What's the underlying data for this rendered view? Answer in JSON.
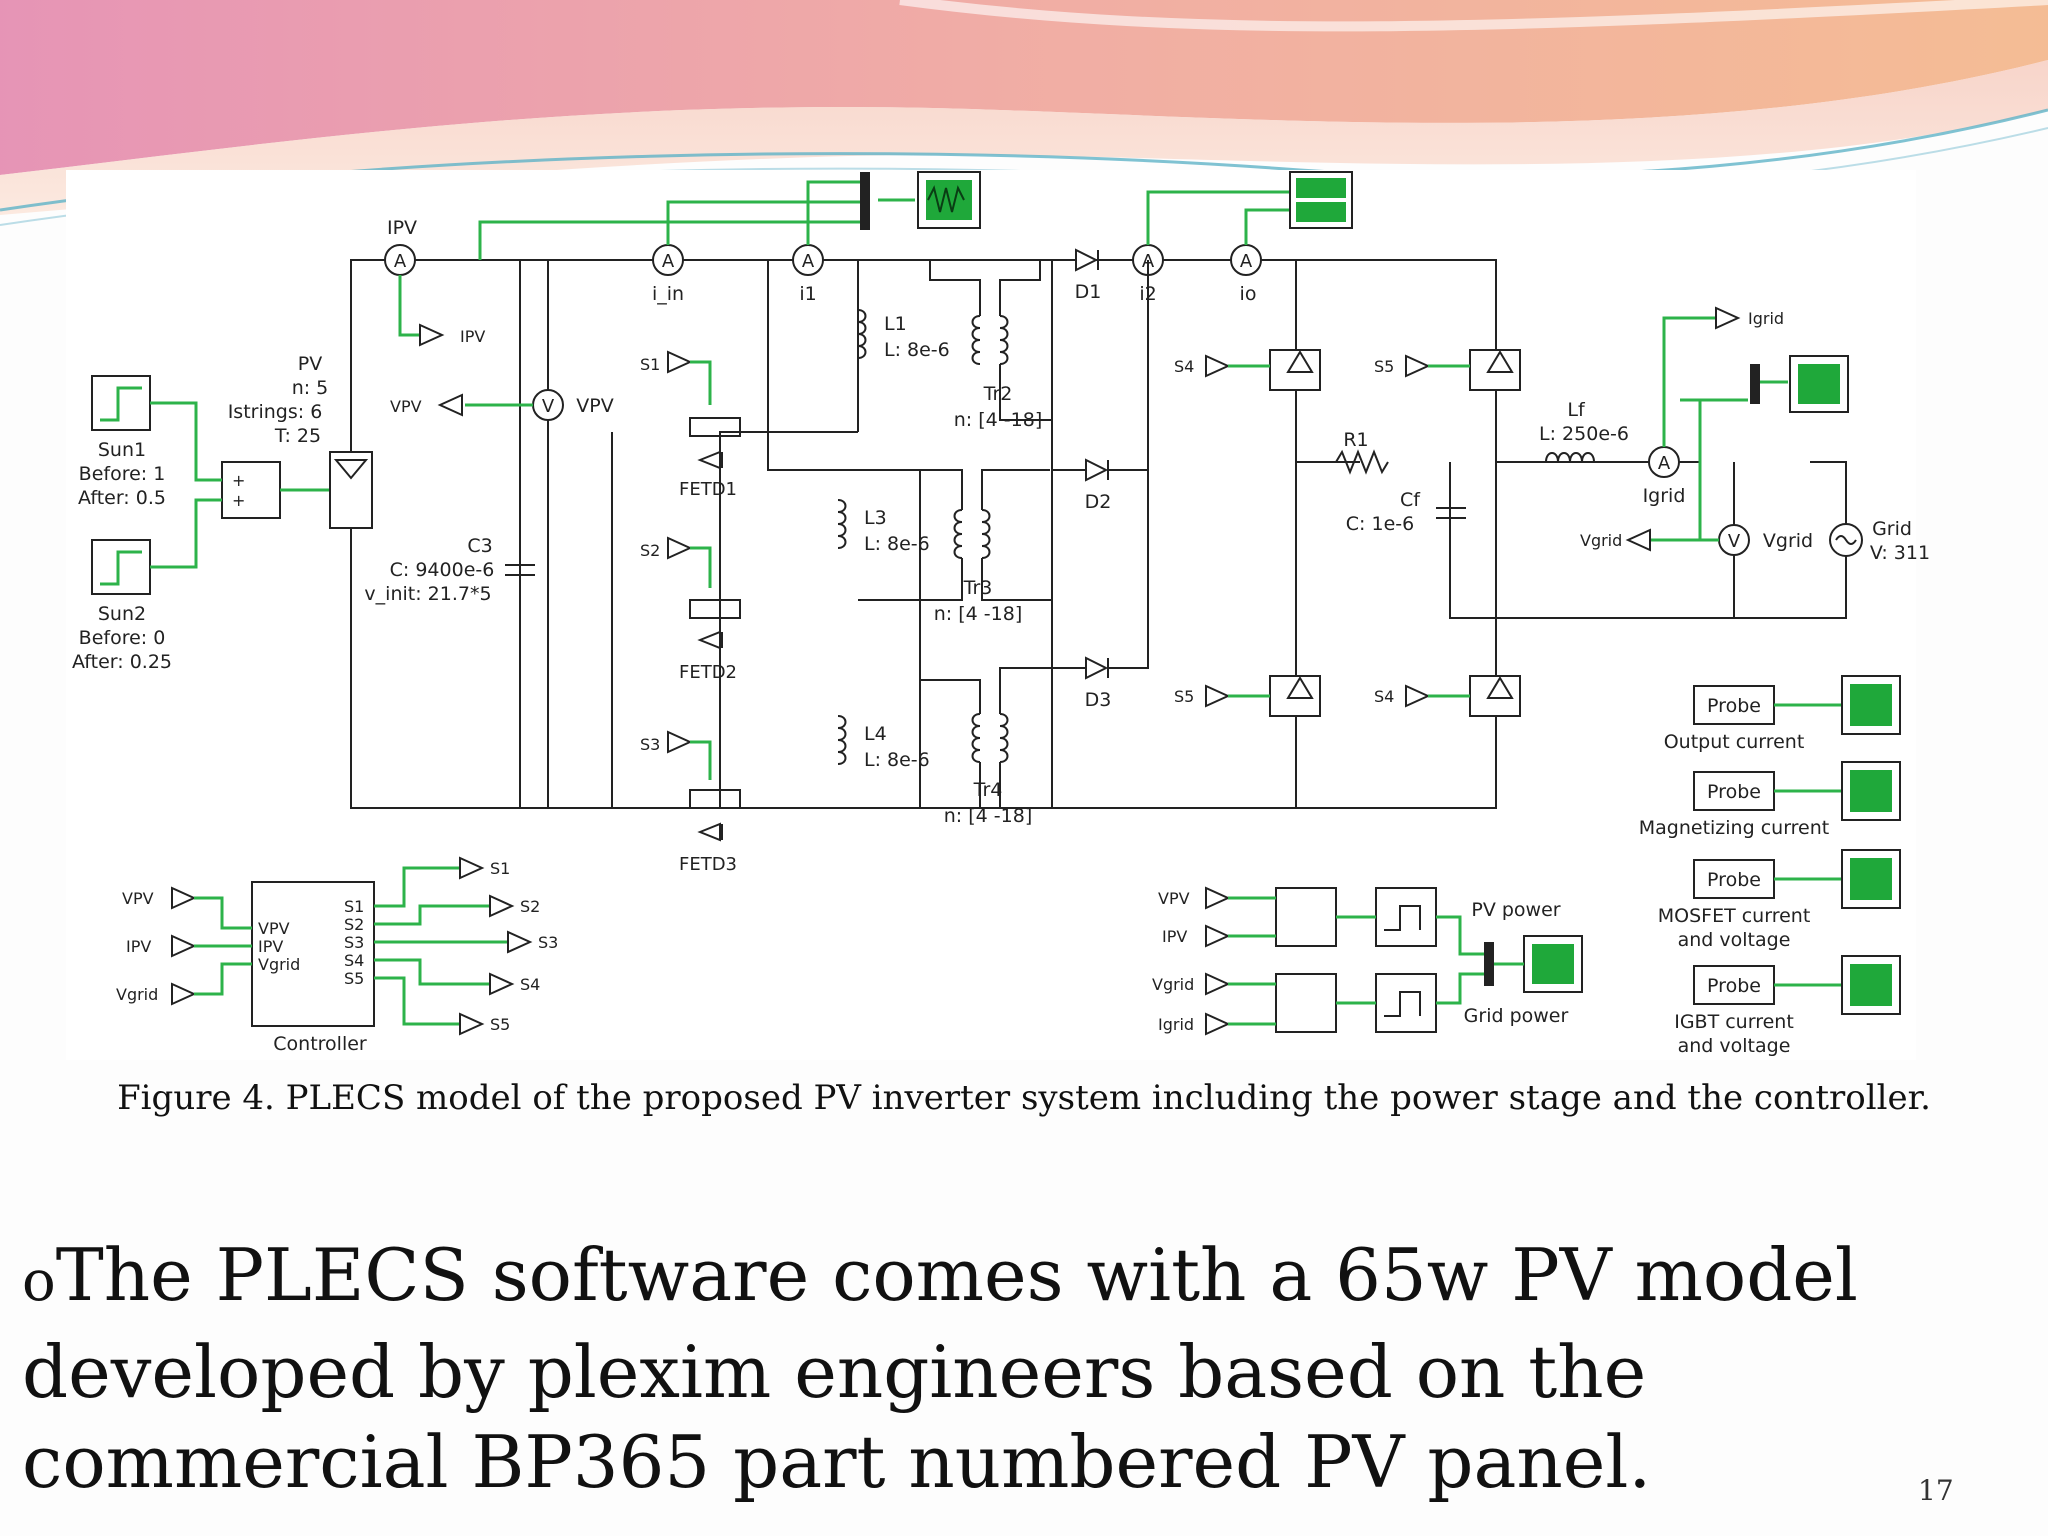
{
  "slide": {
    "caption": "Figure 4. PLECS model of the proposed PV inverter system including the power stage and the controller.",
    "bullet_glyph": "o",
    "bullet_text": "The PLECS software comes with a 65w PV model developed by plexim engineers based on the commercial BP365 part numbered PV panel.",
    "page_number": "17",
    "colors": {
      "wire_green": "#2db34a",
      "scope_green": "#1fa83a",
      "banner_pink": "#e58fb2",
      "banner_peach": "#f4b98f"
    }
  },
  "diagram": {
    "sun1": {
      "name": "Sun1",
      "before": "Before: 1",
      "after": "After: 0.5"
    },
    "sun2": {
      "name": "Sun2",
      "before": "Before: 0",
      "after": "After: 0.25"
    },
    "pv": {
      "name": "PV",
      "n": "n: 5",
      "istrings": "Istrings: 6",
      "t": "T: 25"
    },
    "c3": {
      "name": "C3",
      "c": "C: 9400e-6",
      "vinit": "v_init: 21.7*5"
    },
    "meters": {
      "ipv": "IPV",
      "i_in": "i_in",
      "i1": "i1",
      "i2": "i2",
      "io": "io",
      "igrid": "Igrid",
      "vpv": "VPV",
      "vgrid": "Vgrid",
      "amp": "A",
      "volt": "V"
    },
    "tags": {
      "ipv": "IPV",
      "vpv": "VPV",
      "s1": "S1",
      "s2": "S2",
      "s3": "S3",
      "s4": "S4",
      "s5": "S5",
      "igrid": "Igrid",
      "vgrid": "Vgrid"
    },
    "fets": [
      "FETD1",
      "FETD2",
      "FETD3"
    ],
    "inductors": [
      {
        "name": "L1",
        "value": "L: 8e-6"
      },
      {
        "name": "L3",
        "value": "L: 8e-6"
      },
      {
        "name": "L4",
        "value": "L: 8e-6"
      }
    ],
    "transformers": [
      {
        "name": "Tr2",
        "ratio": "n: [4 -18]"
      },
      {
        "name": "Tr3",
        "ratio": "n: [4 -18]"
      },
      {
        "name": "Tr4",
        "ratio": "n: [4 -18]"
      }
    ],
    "diodes": [
      "D1",
      "D2",
      "D3"
    ],
    "r1": "R1",
    "cf": {
      "name": "Cf",
      "value": "C: 1e-6"
    },
    "lf": {
      "name": "Lf",
      "value": "L: 250e-6"
    },
    "grid": {
      "name": "Grid",
      "value": "V: 311"
    },
    "controller": {
      "name": "Controller",
      "inputs": [
        "VPV",
        "IPV",
        "Vgrid"
      ],
      "outputs": [
        "S1",
        "S2",
        "S3",
        "S4",
        "S5"
      ]
    },
    "power": {
      "pv_power": "PV power",
      "grid_power": "Grid power",
      "mult_inputs_1": [
        "VPV",
        "IPV"
      ],
      "mult_inputs_2": [
        "Vgrid",
        "Igrid"
      ]
    },
    "probes": [
      {
        "label": "Probe",
        "caption1": "Output current",
        "caption2": ""
      },
      {
        "label": "Probe",
        "caption1": "Magnetizing current",
        "caption2": ""
      },
      {
        "label": "Probe",
        "caption1": "MOSFET current",
        "caption2": "and voltage"
      },
      {
        "label": "Probe",
        "caption1": "IGBT current",
        "caption2": "and voltage"
      }
    ]
  }
}
